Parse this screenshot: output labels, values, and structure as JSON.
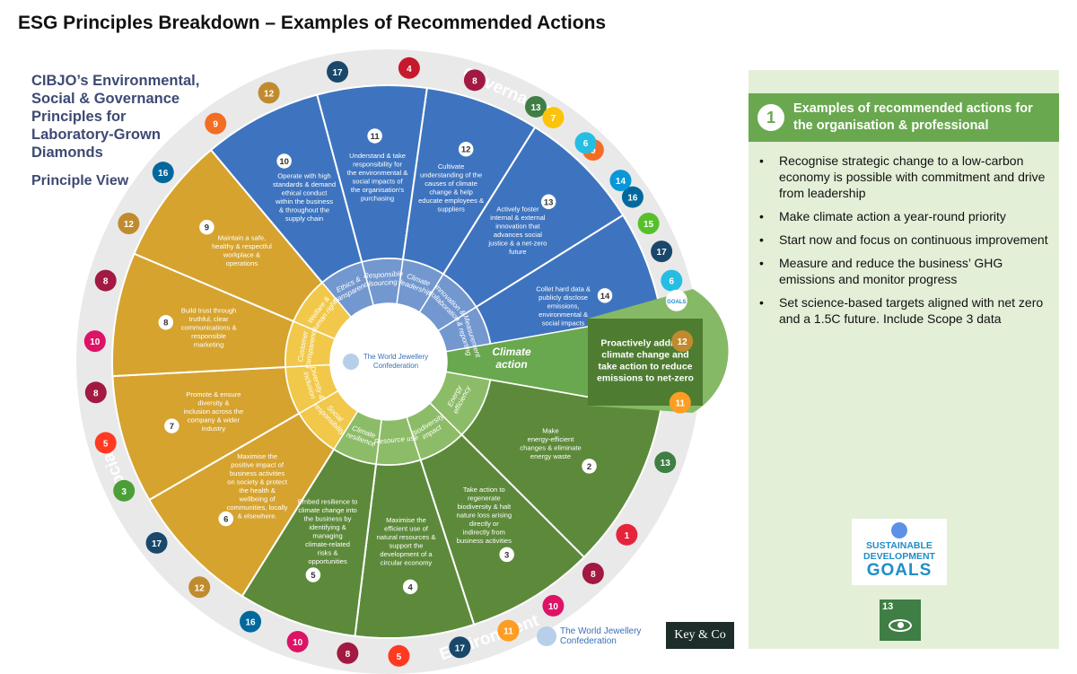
{
  "page": {
    "title": "ESG Principles Breakdown – Examples of Recommended Actions",
    "heading_lines": [
      "CIBJO’s Environmental,",
      "Social & Governance",
      "Principles for",
      "Laboratory-Grown",
      "Diamonds"
    ],
    "subheading": "Principle View"
  },
  "colors": {
    "governance": "#3e74bf",
    "social": "#d6a32f",
    "environment": "#5d8a3a",
    "inner_gov": "#7398cf",
    "inner_soc": "#f1c84a",
    "inner_env": "#8cbc67",
    "climate": "#6aa84f"
  },
  "wheel": {
    "center_logo_text": [
      "The World Jewellery",
      "Confederation"
    ],
    "pillars": [
      {
        "name": "Governance",
        "color": "#3e74bf"
      },
      {
        "name": "Social",
        "color": "#d6a32f"
      },
      {
        "name": "Environment",
        "color": "#5d8a3a"
      }
    ],
    "climate": {
      "label": "Climate action",
      "callout": "Proactively address climate change and take action to reduce emissions to net-zero"
    },
    "principles": [
      {
        "num": "2",
        "theme": "Energy efficiency",
        "text": "Make energy-efficient changes & eliminate energy waste"
      },
      {
        "num": "3",
        "theme": "Biodiversity impact",
        "text": "Take action to regenerate biodiversity & halt nature loss arising directly or indirectly from business activities"
      },
      {
        "num": "4",
        "theme": "Resource use",
        "text": "Maximise the efficient use of natural resources & support the development of a circular economy"
      },
      {
        "num": "5",
        "theme": "Climate resilience",
        "text": "Embed resilience to climate change into the business by identifying & managing climate-related risks & opportunities"
      },
      {
        "num": "6",
        "theme": "Social responsibility",
        "text": "Maximise the positive impact of business activities on society & protect the health & wellbeing of communities, locally & elsewhere."
      },
      {
        "num": "7",
        "theme": "Diversity & inclusion",
        "text": "Promote & ensure diversity & inclusion across the company & wider industry"
      },
      {
        "num": "8",
        "theme": "Customer transparency",
        "text": "Build trust through truthful, clear communications & responsible marketing"
      },
      {
        "num": "9",
        "theme": "Welfare & human rights",
        "text": "Maintain a safe, healthy & respectful workplace & operations"
      },
      {
        "num": "10",
        "theme": "Ethics & transparency",
        "text": "Operate with high standards & demand ethical conduct within the business & throughout the supply chain"
      },
      {
        "num": "11",
        "theme": "Responsible sourcing",
        "text": "Understand & take responsibility for the environmental & social impacts of the organisation's purchasing"
      },
      {
        "num": "12",
        "theme": "Climate leadership",
        "text": "Cultivate understanding of the causes of climate change & help educate employees & suppliers"
      },
      {
        "num": "13",
        "theme": "Innovation & collaboration",
        "text": "Actively foster internal & external innovation that advances social justice & a net-zero future"
      },
      {
        "num": "14",
        "theme": "Measurement & reporting",
        "text": "Collet hard data & publicly disclose emissions, environmental & social impacts"
      }
    ],
    "sdg_badges": [
      {
        "n": "9",
        "color": "#f36d25"
      },
      {
        "n": "12",
        "color": "#bf8b2e"
      },
      {
        "n": "17",
        "color": "#19486a"
      },
      {
        "n": "4",
        "color": "#c5192d"
      },
      {
        "n": "8",
        "color": "#a21942"
      },
      {
        "n": "13",
        "color": "#3f7e44"
      },
      {
        "n": "9",
        "color": "#f36d25"
      },
      {
        "n": "16",
        "color": "#00689d"
      },
      {
        "n": "17",
        "color": "#19486a"
      },
      {
        "n": "16",
        "color": "#00689d"
      },
      {
        "n": "12",
        "color": "#bf8b2e"
      },
      {
        "n": "8",
        "color": "#a21942"
      },
      {
        "n": "10",
        "color": "#dd1367"
      },
      {
        "n": "8",
        "color": "#a21942"
      },
      {
        "n": "5",
        "color": "#ff3a21"
      },
      {
        "n": "3",
        "color": "#4c9f38"
      },
      {
        "n": "17",
        "color": "#19486a"
      },
      {
        "n": "12",
        "color": "#bf8b2e"
      },
      {
        "n": "16",
        "color": "#00689d"
      },
      {
        "n": "10",
        "color": "#dd1367"
      },
      {
        "n": "8",
        "color": "#a21942"
      },
      {
        "n": "5",
        "color": "#ff3a21"
      },
      {
        "n": "17",
        "color": "#19486a"
      },
      {
        "n": "11",
        "color": "#fd9d24"
      },
      {
        "n": "10",
        "color": "#dd1367"
      },
      {
        "n": "8",
        "color": "#a21942"
      },
      {
        "n": "1",
        "color": "#e5243b"
      },
      {
        "n": "13",
        "color": "#3f7e44"
      },
      {
        "n": "11",
        "color": "#fd9d24"
      },
      {
        "n": "12",
        "color": "#bf8b2e"
      },
      {
        "n": "6",
        "color": "#26bde2"
      },
      {
        "n": "15",
        "color": "#56c02b"
      },
      {
        "n": "14",
        "color": "#0a97d9"
      },
      {
        "n": "6",
        "color": "#26bde2"
      },
      {
        "n": "7",
        "color": "#fcc30b"
      }
    ],
    "sdg_mini_logo": "GOALS"
  },
  "right_panel": {
    "number": "1",
    "header": "Examples of recommended actions for the organisation & professional",
    "bullet": "•",
    "actions": [
      "Recognise strategic change to a low-carbon economy is possible with commitment and drive from leadership",
      "Make climate action a year-round priority",
      "Start now and focus on continuous improvement",
      "Measure and reduce the business’ GHG emissions and monitor progress",
      "Set science-based targets aligned with net zero and a 1.5C future. Include Scope 3 data"
    ],
    "sdg_logo": {
      "line1": "SUSTAINABLE",
      "line2": "DEVELOPMENT",
      "line3": "GOALS"
    },
    "sdg13": {
      "number": "13",
      "label": "CLIMATE ACTION"
    }
  },
  "footer": {
    "wjc_logo": [
      "The World Jewellery",
      "Confederation"
    ],
    "keyco": "Key & Co"
  }
}
